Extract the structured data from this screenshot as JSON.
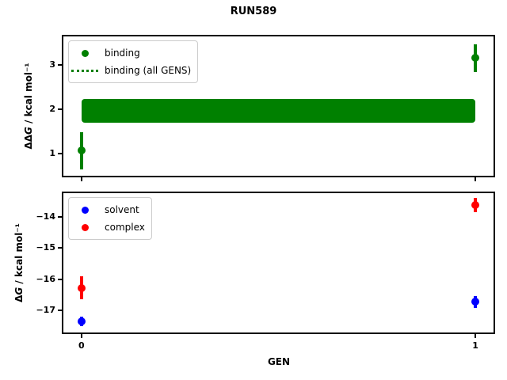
{
  "title": "RUN589",
  "chart_data": [
    {
      "type": "scatter",
      "subplot": "top",
      "ylabel": "ΔΔG / kcal mol⁻¹",
      "ylabel_parts": {
        "delta": "ΔΔ",
        "sym": "G",
        "rest": " / kcal mol⁻¹"
      },
      "x": [
        0,
        1
      ],
      "xlim": [
        -0.046,
        1.046
      ],
      "ylim": [
        0.5,
        3.64
      ],
      "yticks": [
        {
          "v": 3,
          "label": "3"
        },
        {
          "v": 2,
          "label": "2"
        },
        {
          "v": 1,
          "label": "1"
        }
      ],
      "xticks": [
        {
          "v": 0,
          "label": ""
        },
        {
          "v": 1,
          "label": ""
        }
      ],
      "series": [
        {
          "name": "binding",
          "color": "#008000",
          "marker": "circle",
          "y": [
            1.07,
            3.15
          ],
          "yerr": [
            0.42,
            0.31
          ]
        }
      ],
      "band": {
        "name": "binding (all GENS)",
        "color": "#008000",
        "y_low": 1.7,
        "y_high": 2.23,
        "x_start": 0,
        "x_end": 1
      },
      "legend": [
        "binding",
        "binding (all GENS)"
      ],
      "legend_position": "upper left",
      "grid": false
    },
    {
      "type": "scatter",
      "subplot": "bottom",
      "ylabel": "ΔG / kcal mol⁻¹",
      "ylabel_parts": {
        "delta": "Δ",
        "sym": "G",
        "rest": " / kcal mol⁻¹"
      },
      "xlabel": "GEN",
      "x": [
        0,
        1
      ],
      "xlim": [
        -0.046,
        1.046
      ],
      "ylim": [
        -17.71,
        -13.24
      ],
      "yticks": [
        {
          "v": -14,
          "label": "−14"
        },
        {
          "v": -15,
          "label": "−15"
        },
        {
          "v": -16,
          "label": "−16"
        },
        {
          "v": -17,
          "label": "−17"
        }
      ],
      "xticks": [
        {
          "v": 0,
          "label": "0"
        },
        {
          "v": 1,
          "label": "1"
        }
      ],
      "series": [
        {
          "name": "solvent",
          "color": "#0000ff",
          "marker": "circle",
          "y": [
            -17.35,
            -16.73
          ],
          "yerr": [
            0.15,
            0.2
          ]
        },
        {
          "name": "complex",
          "color": "#ff0000",
          "marker": "circle",
          "y": [
            -16.28,
            -13.62
          ],
          "yerr": [
            0.37,
            0.24
          ]
        }
      ],
      "legend": [
        "solvent",
        "complex"
      ],
      "legend_position": "upper left",
      "grid": false
    }
  ]
}
